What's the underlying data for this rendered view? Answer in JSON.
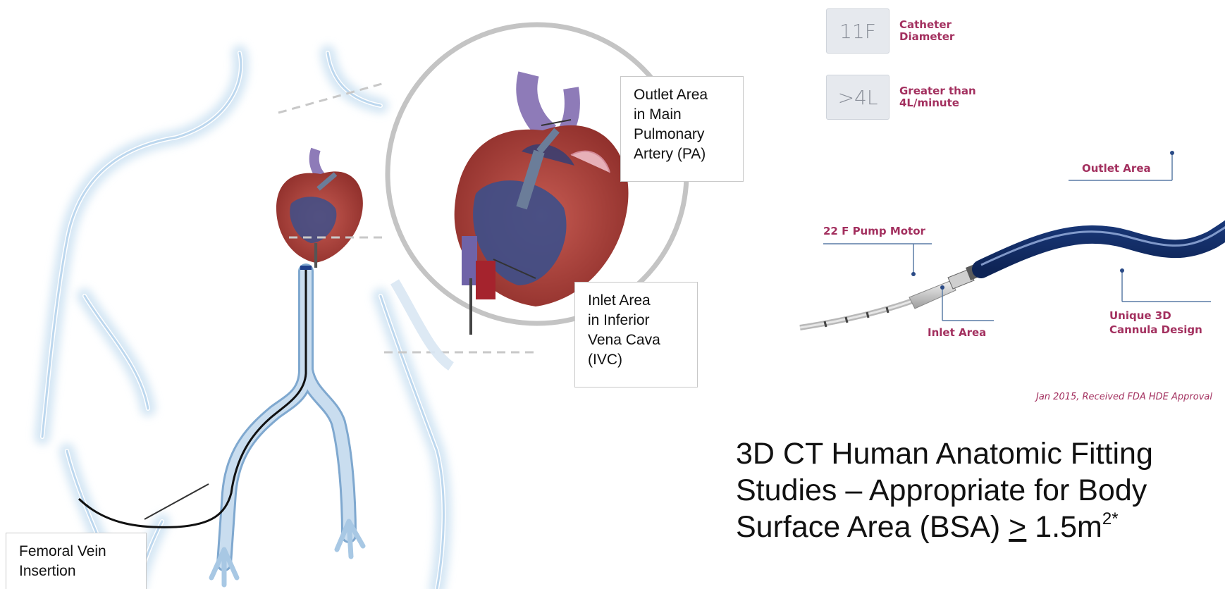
{
  "callouts": {
    "outlet": [
      "Outlet Area",
      "in Main",
      "Pulmonary",
      "Artery (PA)"
    ],
    "inlet": [
      "Inlet Area",
      "in Inferior",
      "Vena Cava",
      "(IVC)"
    ],
    "femoral": [
      "Femoral Vein",
      "Insertion"
    ]
  },
  "specs": [
    {
      "value": "11F",
      "label_lines": [
        "Catheter",
        "Diameter"
      ]
    },
    {
      "value": ">4L",
      "label_lines": [
        "Greater than",
        "4L/minute"
      ]
    }
  ],
  "device_labels": {
    "pump_motor": "22 F Pump Motor",
    "outlet_area": "Outlet Area",
    "inlet_area": "Inlet Area",
    "cannula": [
      "Unique 3D",
      "Cannula Design"
    ]
  },
  "approval_note": "Jan 2015, Received FDA HDE Approval",
  "headline": {
    "line1": "3D CT Human Anatomic Fitting",
    "line2": "Studies – Appropriate for Body",
    "line3_prefix": "Surface Area (BSA) ",
    "line3_ge": ">",
    "line3_value": " 1.5m",
    "line3_sup": "2*"
  },
  "colors": {
    "accent": "#a3305f",
    "body_outline": "#cfe3f3",
    "vessel": "#a8c8e4",
    "heart_red": "#b0433c",
    "heart_blue": "#3d4f8a",
    "cannula_blue": "#16336b"
  }
}
